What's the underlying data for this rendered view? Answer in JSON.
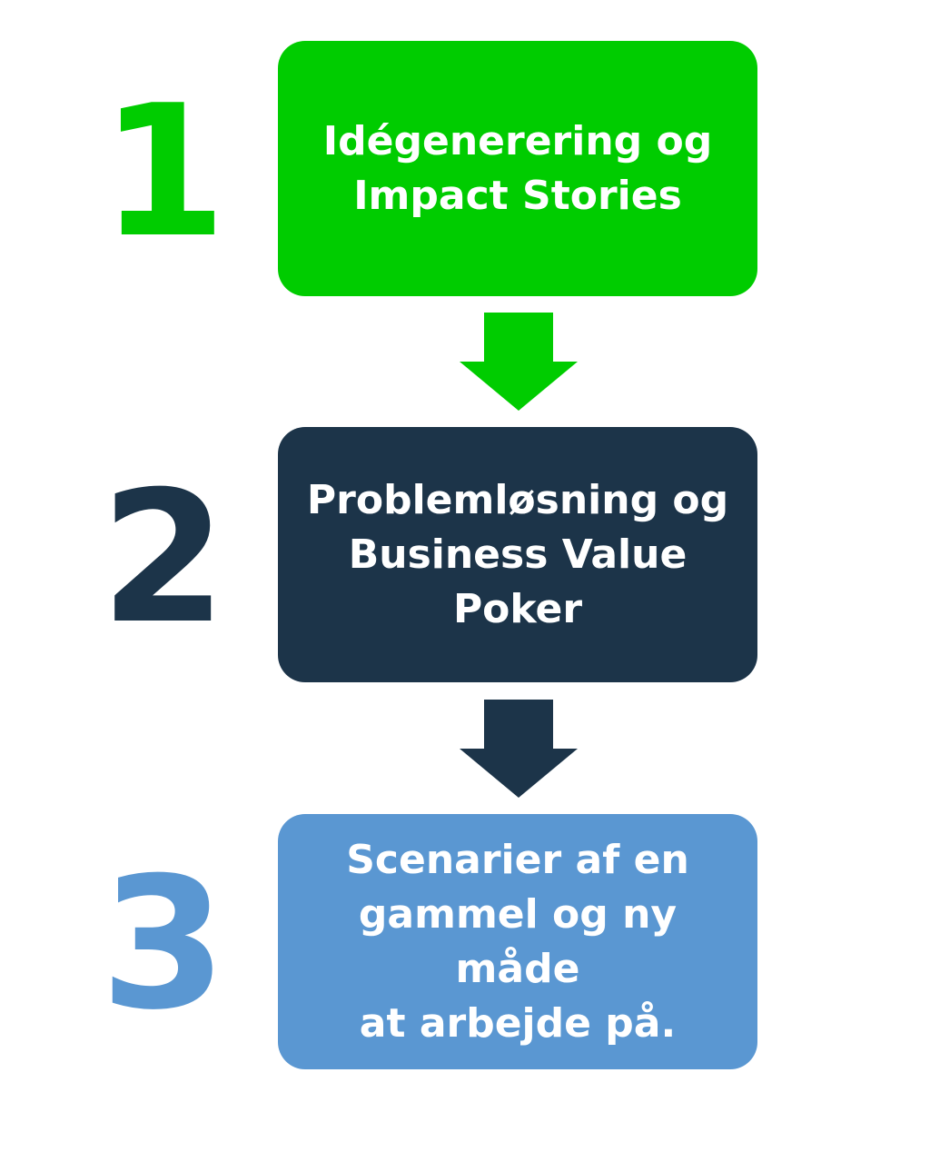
{
  "steps": [
    {
      "number": "1",
      "text": "Idégenerering og\nImpact Stories",
      "color": "#00cc00"
    },
    {
      "number": "2",
      "text": "Problemløsning og\nBusiness Value\nPoker",
      "color": "#1c3449"
    },
    {
      "number": "3",
      "text": "Scenarier af en\ngammel og ny måde\nat arbejde på.",
      "color": "#5a97d2"
    }
  ],
  "arrows": [
    {
      "color": "#00cc00"
    },
    {
      "color": "#1c3449"
    }
  ]
}
